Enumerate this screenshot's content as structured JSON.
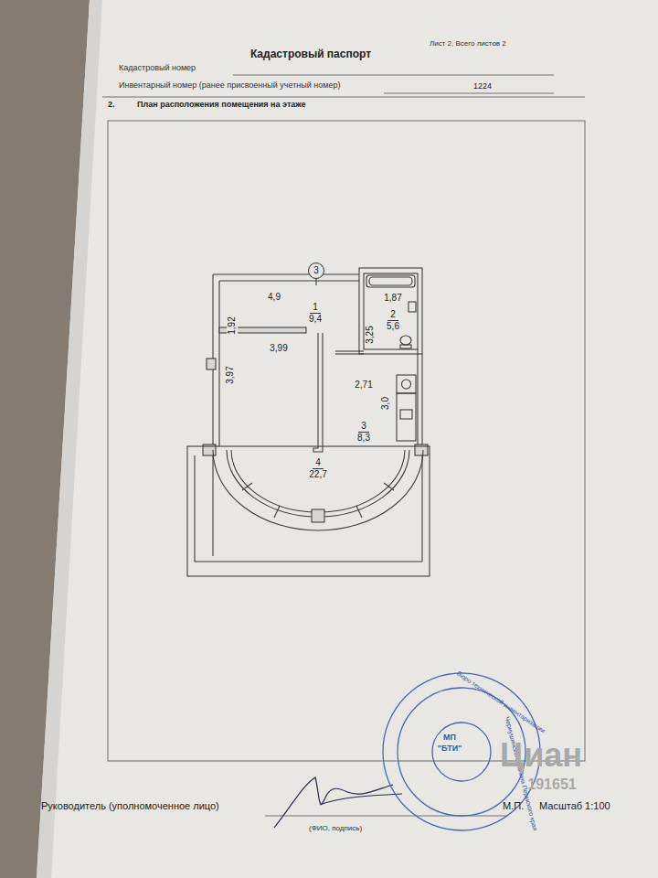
{
  "diagram": {
    "title": "Кадастровый паспорт",
    "nodes": [
      {
        "text": [
          "3"
        ]
      },
      {
        "text": [
          "1",
          "9,4"
        ]
      },
      {
        "text": [
          "2",
          "5,6"
        ]
      },
      {
        "text": [
          "3",
          "8,3"
        ]
      },
      {
        "text": [
          "4",
          "22,7"
        ]
      }
    ],
    "labels": [
      "Лист 2, Всего листов 2",
      "Кадастровый номер",
      "Инвентарный номер (ранее присвоенный учетный номер)",
      "1224",
      "2.",
      "План расположения помещения на этаже",
      "4,9",
      "1,92",
      "1,87",
      "3,25",
      "3,99",
      "3,97",
      "2,71",
      "3,0",
      "Руководитель (уполномоченное лицо)",
      "(ФИО, подпись)",
      "М.П.",
      "Масштаб 1:100",
      "МП",
      "\"БТИ\"",
      "Бюро технической инвентаризации",
      "Чернушинского района Пермского края",
      "Циан",
      "191651"
    ]
  }
}
